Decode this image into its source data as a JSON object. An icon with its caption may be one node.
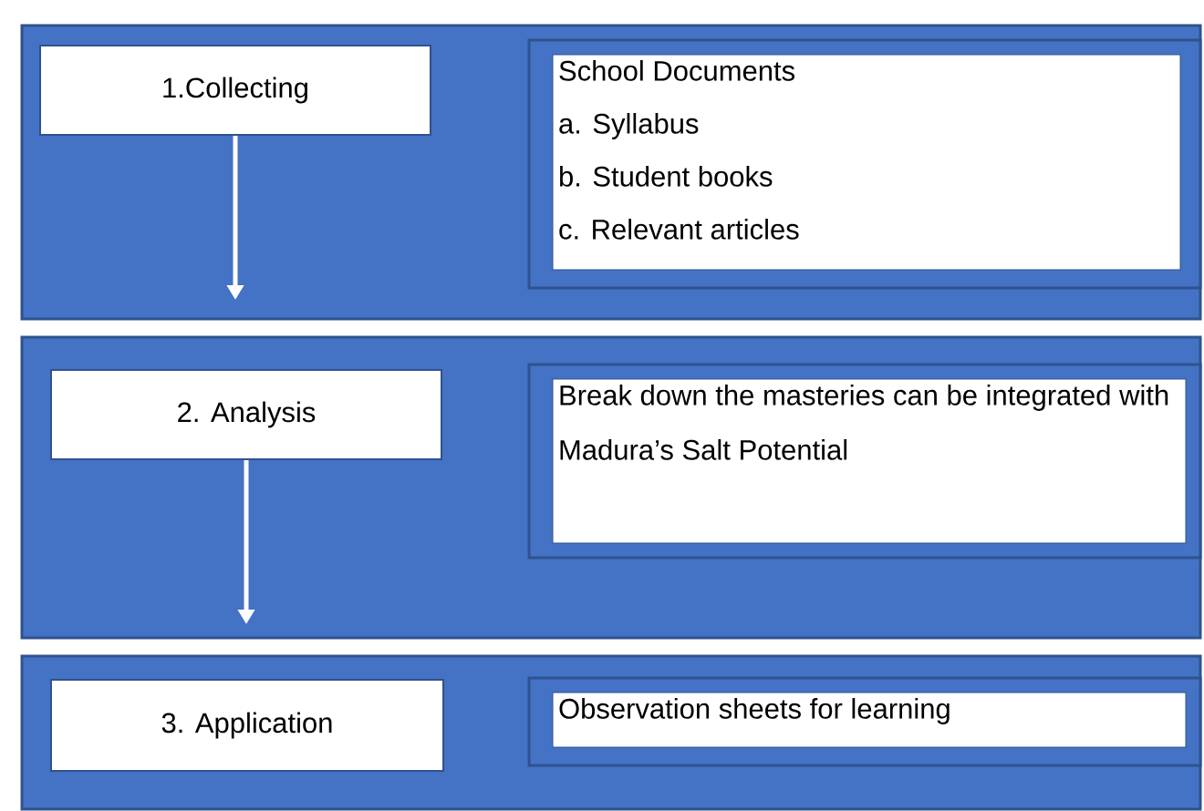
{
  "diagram": {
    "nodes": [
      {
        "text": [],
        "shape": "box"
      },
      {
        "text": [
          "1.Collecting"
        ],
        "in": 0
      },
      {
        "text": [],
        "shape": "box",
        "in": 0
      },
      {
        "text": [
          "School Documents",
          "a. Syllabus",
          "b. Student books",
          "c. Relevant articles"
        ],
        "in": 2
      },
      {
        "text": [],
        "shape": "box"
      },
      {
        "text": [
          "2. Analysis"
        ],
        "in": 4
      },
      {
        "text": [],
        "shape": "box",
        "in": 4
      },
      {
        "text": [
          "Break down the masteries can be integrated with Madura’s Salt Potential"
        ],
        "in": 6
      },
      {
        "text": [],
        "shape": "box"
      },
      {
        "text": [
          "3. Application"
        ],
        "in": 8
      },
      {
        "text": [],
        "shape": "box",
        "in": 8
      },
      {
        "text": [
          "Observation sheets for learning"
        ],
        "in": 10
      }
    ],
    "edges": [
      {
        "from": 1,
        "to": null,
        "arrow": "to"
      },
      {
        "from": 5,
        "to": null,
        "arrow": "to"
      }
    ]
  }
}
